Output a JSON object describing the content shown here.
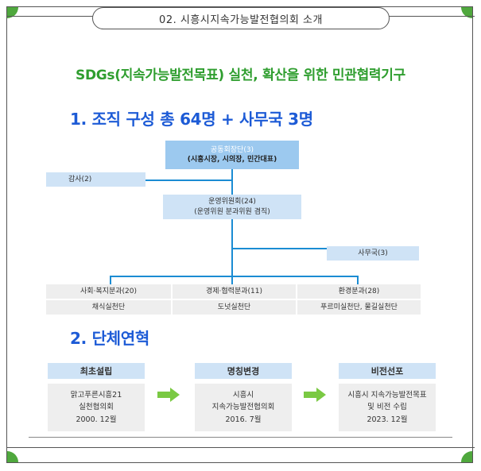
{
  "header": {
    "title": "02. 시흥시지속가능발전협의회 소개"
  },
  "headline": "SDGs(지속가능발전목표) 실천, 확산을 위한 민관협력기구",
  "section1": {
    "title": "1. 조직 구성  총 64명 + 사무국 3명"
  },
  "org": {
    "cochair": {
      "line1": "공동회장단(3)",
      "line2": "(시흥시장, 시의장, 민간대표)"
    },
    "auditor": "감사(2)",
    "committee": {
      "line1": "운영위원회(24)",
      "line2": "(운영위원 분과위원 겸직)"
    },
    "secretariat": "사무국(3)",
    "divisions": [
      {
        "name": "사회·복지분과(20)",
        "unit": "채식실천단"
      },
      {
        "name": "경제·협력분과(11)",
        "unit": "도넛실천단"
      },
      {
        "name": "환경분과(28)",
        "unit": "푸르미실천단, 물길실천단"
      }
    ]
  },
  "section2": {
    "title": "2. 단체연혁"
  },
  "history": [
    {
      "label": "최초설립",
      "line1": "맑고푸른시흥21",
      "line2": "실천협의회",
      "date": "2000. 12월"
    },
    {
      "label": "명칭변경",
      "line1": "시흥시",
      "line2": "지속가능발전협의회",
      "date": "2016. 7월"
    },
    {
      "label": "비전선포",
      "line1": "시흥시 지속가능발전목표",
      "line2": "및 비전 수립",
      "date": "2023. 12월"
    }
  ],
  "colors": {
    "accent_green": "#2f9e2f",
    "accent_blue": "#1d5bd6",
    "line_blue": "#1b8cd3",
    "arrow_green": "#7ac943"
  }
}
